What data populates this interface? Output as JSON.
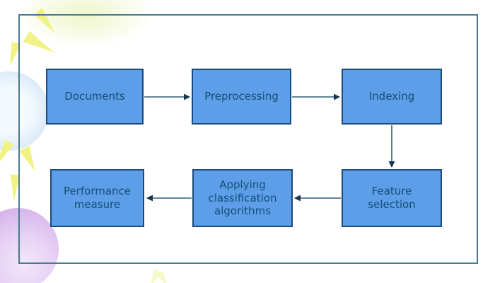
{
  "slide": {
    "kind": "text-classification-process-flowchart",
    "background": "#ffffff"
  },
  "diagram": {
    "nodes": [
      {
        "id": "documents",
        "label": "Documents"
      },
      {
        "id": "preprocessing",
        "label": "Preprocessing"
      },
      {
        "id": "indexing",
        "label": "Indexing"
      },
      {
        "id": "performance-measure",
        "label": "Performance measure"
      },
      {
        "id": "applying-classification-algorithms",
        "label": "Applying classification algorithms"
      },
      {
        "id": "feature-selection",
        "label": "Feature selection"
      }
    ],
    "edges": [
      {
        "from": "Documents",
        "to": "Preprocessing",
        "direction": "right"
      },
      {
        "from": "Preprocessing",
        "to": "Indexing",
        "direction": "right"
      },
      {
        "from": "Indexing",
        "to": "Feature selection",
        "direction": "down"
      },
      {
        "from": "Feature selection",
        "to": "Applying classification algorithms",
        "direction": "left"
      },
      {
        "from": "Applying classification algorithms",
        "to": "Performance measure",
        "direction": "left"
      }
    ]
  },
  "colors": {
    "node_fill": "#5c9ee8",
    "node_border": "#1c4a7a",
    "node_text": "#164f76",
    "frame_border": "#4a7b8c",
    "arrow_line": "#2e5d7d",
    "arrow_head": "#14344f",
    "sparkle_yellow": "#f0f283",
    "circle_lavender": "#cda4e5",
    "circle_pale_blue": "#c7e0f3"
  },
  "decorations": {
    "top_left": "yellow-sparkle-rays",
    "left_middle": "pale-blue-circle",
    "bottom_left": "lavender-circle",
    "bottom_center": "yellow-sparkle-rays"
  }
}
